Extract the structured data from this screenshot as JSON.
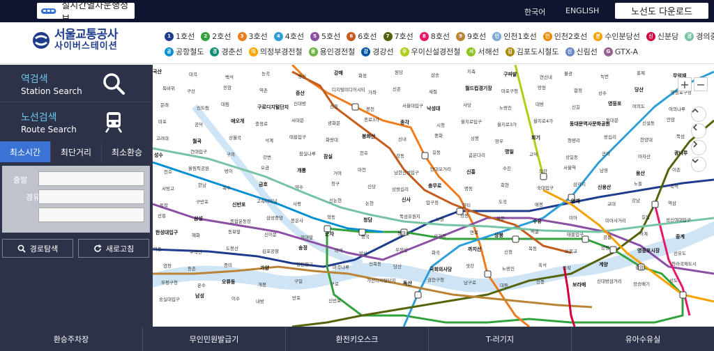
{
  "topbar": {
    "live_label": "실시간열차운행정보",
    "lang_ko": "한국어",
    "lang_en": "ENGLISH",
    "download_label": "노선도 다운로드"
  },
  "header": {
    "logo_title": "서울교통공사",
    "logo_sub": "사이버스테이션",
    "lines_row1": [
      {
        "badge": "1",
        "label": "1호선",
        "color": "#1e3d8f"
      },
      {
        "badge": "2",
        "label": "2호선",
        "color": "#33a23d"
      },
      {
        "badge": "3",
        "label": "3호선",
        "color": "#ef7c1c"
      },
      {
        "badge": "4",
        "label": "4호선",
        "color": "#2d9ed8"
      },
      {
        "badge": "5",
        "label": "5호선",
        "color": "#8b50a4"
      },
      {
        "badge": "6",
        "label": "6호선",
        "color": "#c55c1d"
      },
      {
        "badge": "7",
        "label": "7호선",
        "color": "#54640d"
      },
      {
        "badge": "8",
        "label": "8호선",
        "color": "#e6186c"
      },
      {
        "badge": "9",
        "label": "9호선",
        "color": "#bb8336"
      },
      {
        "badge": "인",
        "label": "인천1호선",
        "color": "#7ca8d5"
      },
      {
        "badge": "인",
        "label": "인천2호선",
        "color": "#ed8b00"
      },
      {
        "badge": "분",
        "label": "수인분당선",
        "color": "#f5a200"
      },
      {
        "badge": "신",
        "label": "신분당",
        "color": "#d4003b"
      },
      {
        "badge": "경",
        "label": "경의중앙",
        "color": "#77c4a3"
      }
    ],
    "lines_row2": [
      {
        "badge": "공",
        "label": "공항철도",
        "color": "#0090d2"
      },
      {
        "badge": "경",
        "label": "경춘선",
        "color": "#0c8e72"
      },
      {
        "badge": "의",
        "label": "의정부경전철",
        "color": "#fda600"
      },
      {
        "badge": "용",
        "label": "용인경전철",
        "color": "#6fb245"
      },
      {
        "badge": "강",
        "label": "경강선",
        "color": "#0054a6"
      },
      {
        "badge": "우",
        "label": "우이신설경전철",
        "color": "#b0ce18"
      },
      {
        "badge": "서",
        "label": "서해선",
        "color": "#8fc31f"
      },
      {
        "badge": "김",
        "label": "김포도시철도",
        "color": "#ad8605"
      },
      {
        "badge": "신",
        "label": "신림선",
        "color": "#6789ca"
      },
      {
        "badge": "G",
        "label": "GTX-A",
        "color": "#9a6292"
      }
    ]
  },
  "left": {
    "station_search_ko": "역검색",
    "station_search_en": "Station Search",
    "route_search_ko": "노선검색",
    "route_search_en": "Route Search",
    "tabs": [
      "최소시간",
      "최단거리",
      "최소환승"
    ],
    "form_departure": "출발",
    "form_via": "경유",
    "btn_search": "경로탐색",
    "btn_refresh": "새로고침"
  },
  "map": {
    "stations": [
      "국산",
      "대곡",
      "백석",
      "능곡",
      "행신",
      "강매",
      "화정",
      "원당",
      "삼송",
      "지축",
      "구파발",
      "연신내",
      "불광",
      "녹번",
      "홍제",
      "무악재",
      "독바위",
      "구산",
      "응암",
      "역촌",
      "증산",
      "디지털미디어시티",
      "가좌",
      "신촌",
      "새절",
      "월드컵경기장",
      "마포구청",
      "망원",
      "합정",
      "상수",
      "당산",
      "영등포구청",
      "문래",
      "신도림",
      "대림",
      "구로디지털단지",
      "신대방",
      "신림",
      "봉천",
      "서울대입구",
      "낙성대",
      "사당",
      "노량진",
      "대방",
      "신길",
      "영등포",
      "여의도",
      "여의나루",
      "마포",
      "공덕",
      "애오개",
      "충정로",
      "서대문",
      "광화문",
      "종로3가",
      "종각",
      "시청",
      "을지로입구",
      "을지로3가",
      "을지로4가",
      "동대문역사문화공원",
      "동대문",
      "신설동",
      "안암",
      "고려대",
      "월곡",
      "상월곡",
      "석계",
      "태릉입구",
      "화랑대",
      "봉화산",
      "신내",
      "중화",
      "상봉",
      "망우",
      "회기",
      "청량리",
      "왕십리",
      "한양대",
      "뚝섬",
      "성수",
      "건대입구",
      "구의",
      "강변",
      "잠실나루",
      "잠실",
      "천호",
      "강동",
      "길동",
      "굽은다리",
      "명일",
      "고덕",
      "상일동",
      "군자",
      "아차산",
      "광나루",
      "천호",
      "올림픽공원",
      "방이",
      "오금",
      "개롱",
      "거여",
      "마천",
      "남한산성입구",
      "단대오거리",
      "신흥",
      "수진",
      "모란",
      "서울역",
      "남영",
      "용산",
      "이촌",
      "서빙고",
      "한남",
      "옥수",
      "금호",
      "약수",
      "청구",
      "신당",
      "상왕십리",
      "충무로",
      "명동",
      "회현",
      "숙대입구",
      "삼각지",
      "신용산",
      "노들",
      "흑석",
      "동작",
      "구반포",
      "신반포",
      "고속터미널",
      "사평",
      "신논현",
      "논현",
      "신사",
      "압구정",
      "한티",
      "도곡",
      "매봉",
      "양재",
      "교대",
      "강남",
      "역삼",
      "선릉",
      "삼성",
      "종합운동장",
      "삼성중앙",
      "봉은사",
      "학동",
      "청담",
      "뚝섬유원지",
      "노원",
      "창동",
      "쌍문",
      "수유",
      "미아",
      "미아사거리",
      "길음",
      "성신여대입구",
      "한성대입구",
      "혜화",
      "동묘앞",
      "신이문",
      "외대앞",
      "군자",
      "중곡",
      "용마산",
      "사가정",
      "면목",
      "상봉",
      "먹골",
      "태릉입구",
      "공릉",
      "하계",
      "중계",
      "마들",
      "수락산",
      "도봉산",
      "김포공항",
      "송정",
      "마곡",
      "발산",
      "우장산",
      "화곡",
      "까치산",
      "신정",
      "목동",
      "오목교",
      "양평",
      "영등포시장",
      "선유도",
      "염창",
      "등촌",
      "증미",
      "가양",
      "양천향교",
      "마곡나루",
      "신목동",
      "당산",
      "국회의사당",
      "샛강",
      "노량진",
      "흑석",
      "동작",
      "계양",
      "검암",
      "청라국제도시",
      "부평구청",
      "온수",
      "오류동",
      "개봉",
      "구일",
      "구로",
      "가산디지털단지",
      "독산",
      "금천구청",
      "남구로",
      "대림",
      "신풍",
      "보라매",
      "신대방삼거리",
      "장승배기",
      "상도",
      "숭실대입구",
      "남성",
      "이수",
      "내방",
      "반포",
      "신반포"
    ]
  },
  "bottombar": {
    "items": [
      "환승주차장",
      "무인민원발급기",
      "환전키오스크",
      "T-러기지",
      "유아수유실"
    ]
  }
}
